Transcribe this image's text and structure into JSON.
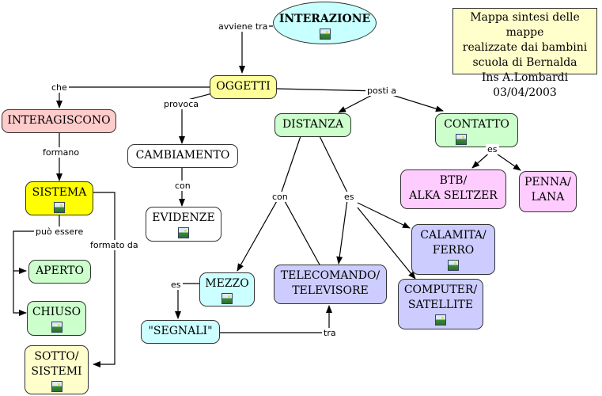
{
  "note": {
    "line1": "Mappa sintesi delle mappe",
    "line2": "realizzate dai bambini",
    "line3": "scuola di Bernalda",
    "line4": "Ins A.Lombardi 03/04/2003"
  },
  "nodes": {
    "interazione": {
      "label": "INTERAZIONE",
      "icon": "image-icon",
      "color": "#c8ffff"
    },
    "oggetti": {
      "label": "OGGETTI",
      "color": "#ffff99"
    },
    "interagiscono": {
      "label": "INTERAGISCONO",
      "color": "#ffcccc"
    },
    "sistema": {
      "label": "SISTEMA",
      "icon": "image-icon",
      "color": "#ffff00"
    },
    "aperto": {
      "label": "APERTO",
      "color": "#ccffcc"
    },
    "chiuso": {
      "label": "CHIUSO",
      "icon": "image-icon",
      "color": "#ccffcc"
    },
    "sottosistemi": {
      "line1": "SOTTO/",
      "line2": "SISTEMI",
      "icon": "image-icon",
      "color": "#ffffcc"
    },
    "cambiamento": {
      "label": "CAMBIAMENTO",
      "color": "#ffffff"
    },
    "evidenze": {
      "label": "EVIDENZE",
      "icon": "image-icon",
      "color": "#ffffff"
    },
    "distanza": {
      "label": "DISTANZA",
      "color": "#ccffcc"
    },
    "contatto": {
      "label": "CONTATTO",
      "icon": "image-icon",
      "color": "#ccffcc"
    },
    "btb": {
      "line1": "BTB/",
      "line2": "ALKA SELTZER",
      "color": "#ffccff"
    },
    "penna": {
      "line1": "PENNA/",
      "line2": "LANA",
      "color": "#ffccff"
    },
    "calamita": {
      "line1": "CALAMITA/",
      "line2": "FERRO",
      "icon": "image-icon",
      "color": "#ccccff"
    },
    "computer": {
      "line1": "COMPUTER/",
      "line2": "SATELLITE",
      "icon": "image-icon",
      "color": "#ccccff"
    },
    "telecomando": {
      "line1": "TELECOMANDO/",
      "line2": "TELEVISORE",
      "color": "#ccccff"
    },
    "mezzo": {
      "label": "MEZZO",
      "icon": "image-icon",
      "color": "#ccffff"
    },
    "segnali": {
      "label": "\"SEGNALI\"",
      "color": "#ccffff"
    }
  },
  "links": {
    "avviene_tra": "avviene tra",
    "che": "che",
    "provoca": "provoca",
    "posti_a": "posti a",
    "formano": "formano",
    "con1": "con",
    "con2": "con",
    "es1": "es",
    "es2": "es",
    "es3": "es",
    "puo_essere": "può essere",
    "formato_da": "formato da",
    "tra": "tra"
  }
}
